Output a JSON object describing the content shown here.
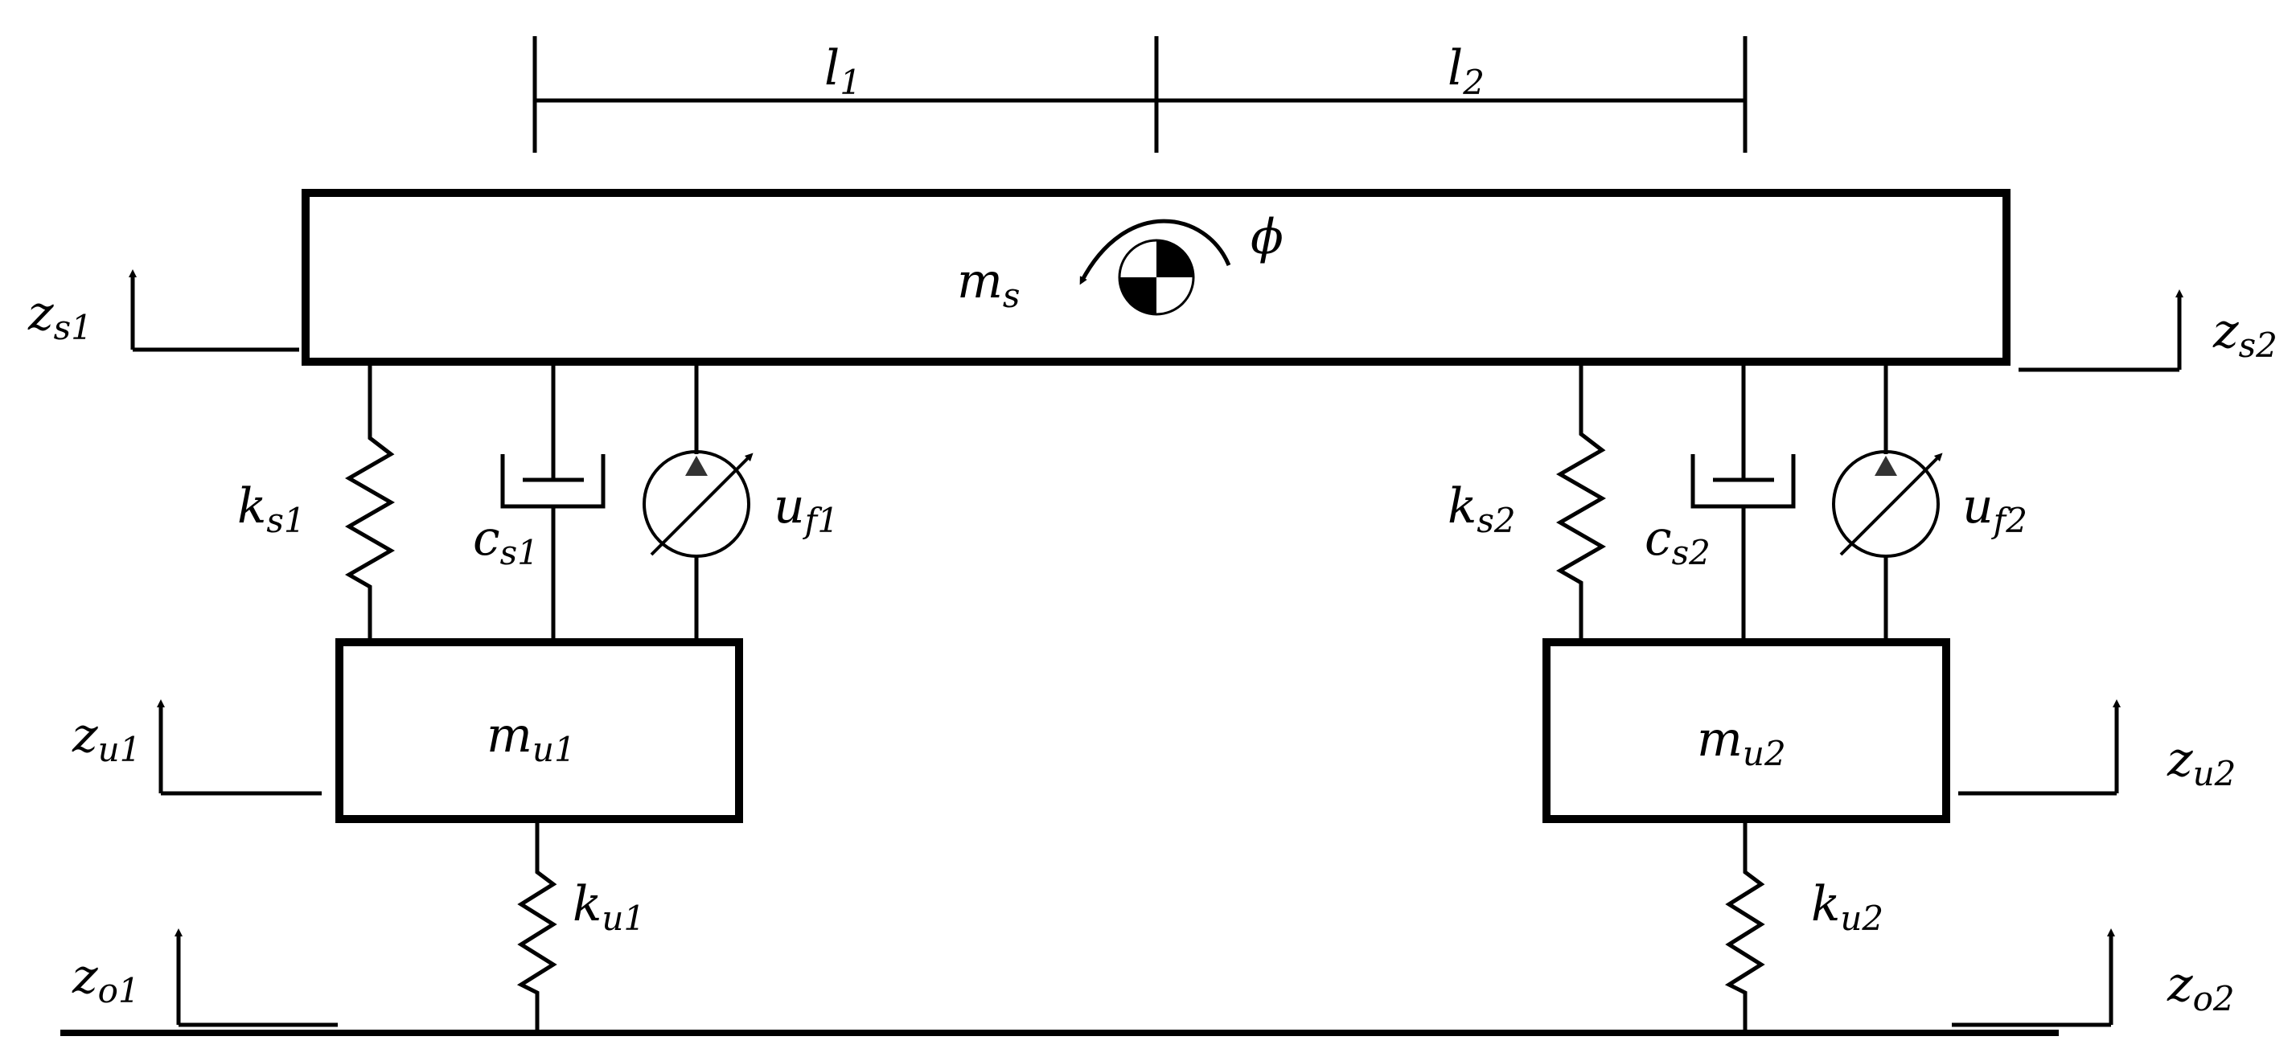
{
  "labels": {
    "l1": {
      "main": "l",
      "sub": "1"
    },
    "l2": {
      "main": "l",
      "sub": "2"
    },
    "ms": {
      "main": "m",
      "sub": "s"
    },
    "phi": {
      "main": "ϕ"
    },
    "zs1": {
      "main": "z",
      "sub": "s1"
    },
    "zs2": {
      "main": "z",
      "sub": "s2"
    },
    "ks1": {
      "main": "k",
      "sub": "s1"
    },
    "cs1": {
      "main": "c",
      "sub": "s1"
    },
    "uf1": {
      "main": "u",
      "sub": "f1"
    },
    "ks2": {
      "main": "k",
      "sub": "s2"
    },
    "cs2": {
      "main": "c",
      "sub": "s2"
    },
    "uf2": {
      "main": "u",
      "sub": "f2"
    },
    "mu1": {
      "main": "m",
      "sub": "u1"
    },
    "mu2": {
      "main": "m",
      "sub": "u2"
    },
    "zu1": {
      "main": "z",
      "sub": "u1"
    },
    "zu2": {
      "main": "z",
      "sub": "u2"
    },
    "ku1": {
      "main": "k",
      "sub": "u1"
    },
    "ku2": {
      "main": "k",
      "sub": "u2"
    },
    "zo1": {
      "main": "z",
      "sub": "o1"
    },
    "zo2": {
      "main": "z",
      "sub": "o2"
    }
  }
}
